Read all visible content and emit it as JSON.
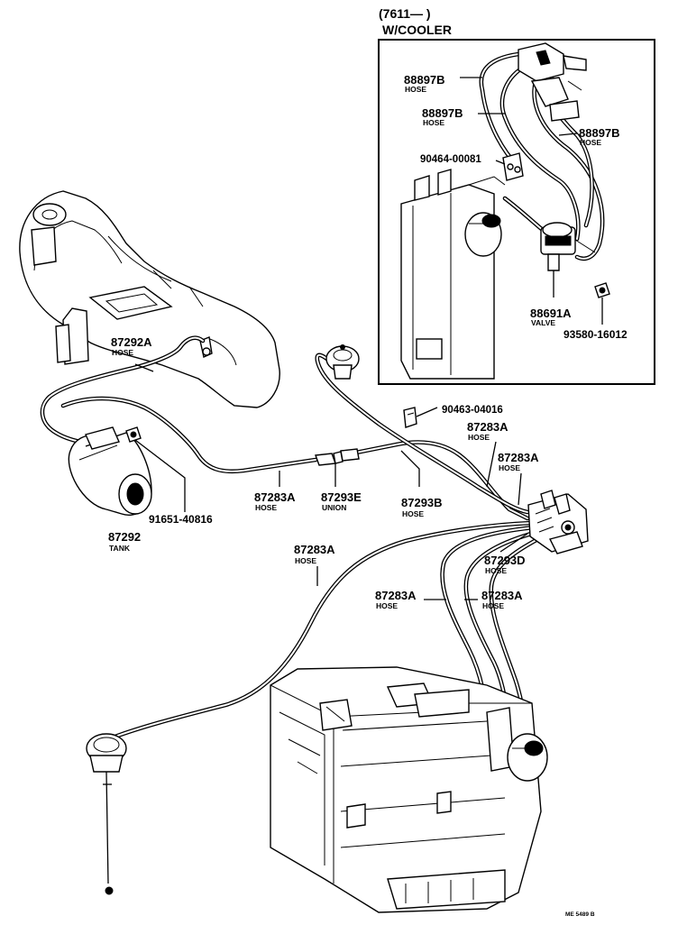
{
  "inset": {
    "header_line1": "(7611—        )",
    "header_line2": "W/COOLER",
    "callouts": [
      {
        "part": "88897B",
        "desc": "HOSE"
      },
      {
        "part": "88897B",
        "desc": "HOSE"
      },
      {
        "part": "88897B",
        "desc": "HOSE"
      },
      {
        "part": "90464-00081",
        "desc": ""
      },
      {
        "part": "88691A",
        "desc": "VALVE"
      },
      {
        "part": "93580-16012",
        "desc": ""
      }
    ]
  },
  "callouts": [
    {
      "part": "87292A",
      "desc": "HOSE"
    },
    {
      "part": "90463-04016",
      "desc": ""
    },
    {
      "part": "87283A",
      "desc": "HOSE"
    },
    {
      "part": "87283A",
      "desc": "HOSE"
    },
    {
      "part": "87283A",
      "desc": "HOSE"
    },
    {
      "part": "87293E",
      "desc": "UNION"
    },
    {
      "part": "87293B",
      "desc": "HOSE"
    },
    {
      "part": "87293D",
      "desc": "HOSE"
    },
    {
      "part": "91651-40816",
      "desc": ""
    },
    {
      "part": "87292",
      "desc": "TANK"
    },
    {
      "part": "87283A",
      "desc": "HOSE"
    },
    {
      "part": "87283A",
      "desc": "HOSE"
    },
    {
      "part": "87283A",
      "desc": "HOSE"
    }
  ],
  "footer_code": "ME 5489 B"
}
